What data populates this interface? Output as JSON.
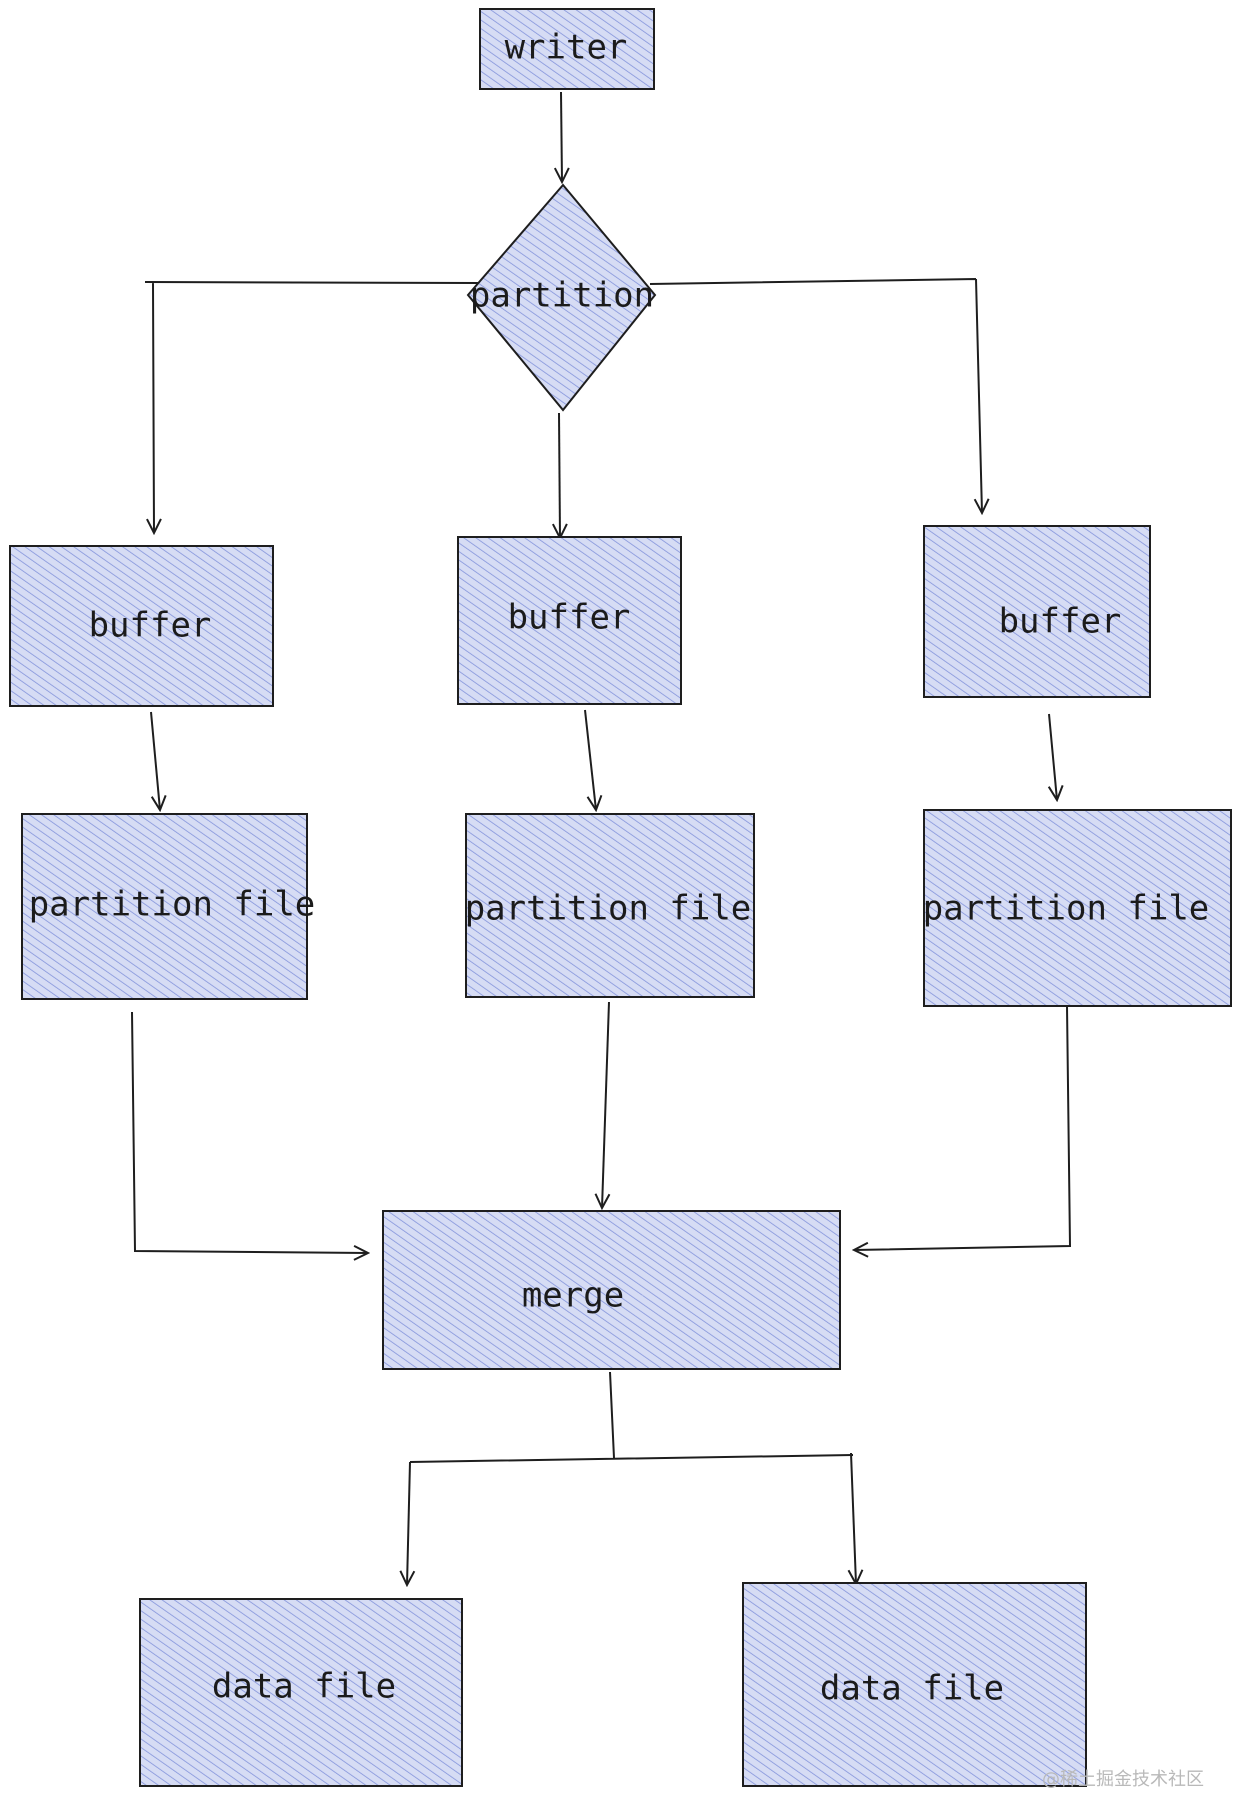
{
  "diagram": {
    "nodes": [
      {
        "id": "writer",
        "label": "writer",
        "shape": "rect"
      },
      {
        "id": "partition",
        "label": "partition",
        "shape": "diamond"
      },
      {
        "id": "buffer-1",
        "label": "buffer",
        "shape": "rect"
      },
      {
        "id": "buffer-2",
        "label": "buffer",
        "shape": "rect"
      },
      {
        "id": "buffer-3",
        "label": "buffer",
        "shape": "rect"
      },
      {
        "id": "partition-file-1",
        "label": "partition file",
        "shape": "rect"
      },
      {
        "id": "partition-file-2",
        "label": "partition file",
        "shape": "rect"
      },
      {
        "id": "partition-file-3",
        "label": "partition file",
        "shape": "rect"
      },
      {
        "id": "merge",
        "label": "merge",
        "shape": "rect"
      },
      {
        "id": "data-file-1",
        "label": "data file",
        "shape": "rect"
      },
      {
        "id": "data-file-2",
        "label": "data file",
        "shape": "rect"
      }
    ],
    "edges": [
      {
        "from": "writer",
        "to": "partition"
      },
      {
        "from": "partition",
        "to": "buffer-1"
      },
      {
        "from": "partition",
        "to": "buffer-2"
      },
      {
        "from": "partition",
        "to": "buffer-3"
      },
      {
        "from": "buffer-1",
        "to": "partition-file-1"
      },
      {
        "from": "buffer-2",
        "to": "partition-file-2"
      },
      {
        "from": "buffer-3",
        "to": "partition-file-3"
      },
      {
        "from": "partition-file-1",
        "to": "merge"
      },
      {
        "from": "partition-file-2",
        "to": "merge"
      },
      {
        "from": "partition-file-3",
        "to": "merge"
      },
      {
        "from": "merge",
        "to": "data-file-1"
      },
      {
        "from": "merge",
        "to": "data-file-2"
      }
    ]
  },
  "colors": {
    "node_fill": "#c9d2f1",
    "hatch": "#7486d6",
    "stroke": "#1e1e1e"
  },
  "watermark": "@稀土掘金技术社区"
}
